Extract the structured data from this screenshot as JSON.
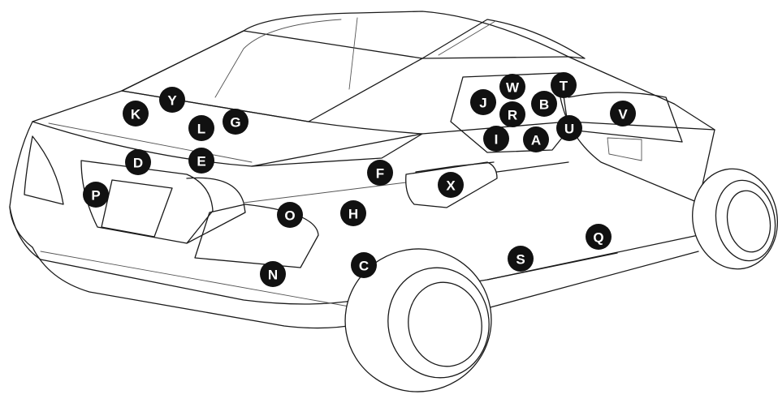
{
  "diagram": {
    "markers": [
      {
        "id": "A",
        "label": "A"
      },
      {
        "id": "B",
        "label": "B"
      },
      {
        "id": "C",
        "label": "C"
      },
      {
        "id": "D",
        "label": "D"
      },
      {
        "id": "E",
        "label": "E"
      },
      {
        "id": "F",
        "label": "F"
      },
      {
        "id": "G",
        "label": "G"
      },
      {
        "id": "H",
        "label": "H"
      },
      {
        "id": "I",
        "label": "I"
      },
      {
        "id": "J",
        "label": "J"
      },
      {
        "id": "K",
        "label": "K"
      },
      {
        "id": "L",
        "label": "L"
      },
      {
        "id": "N",
        "label": "N"
      },
      {
        "id": "O",
        "label": "O"
      },
      {
        "id": "P",
        "label": "P"
      },
      {
        "id": "Q",
        "label": "Q"
      },
      {
        "id": "R",
        "label": "R"
      },
      {
        "id": "S",
        "label": "S"
      },
      {
        "id": "T",
        "label": "T"
      },
      {
        "id": "U",
        "label": "U"
      },
      {
        "id": "V",
        "label": "V"
      },
      {
        "id": "W",
        "label": "W"
      },
      {
        "id": "X",
        "label": "X"
      },
      {
        "id": "Y",
        "label": "Y"
      }
    ],
    "colors": {
      "marker_fill": "#111111",
      "marker_text": "#ffffff",
      "line": "#1a1a1a",
      "background": "#ffffff"
    }
  }
}
